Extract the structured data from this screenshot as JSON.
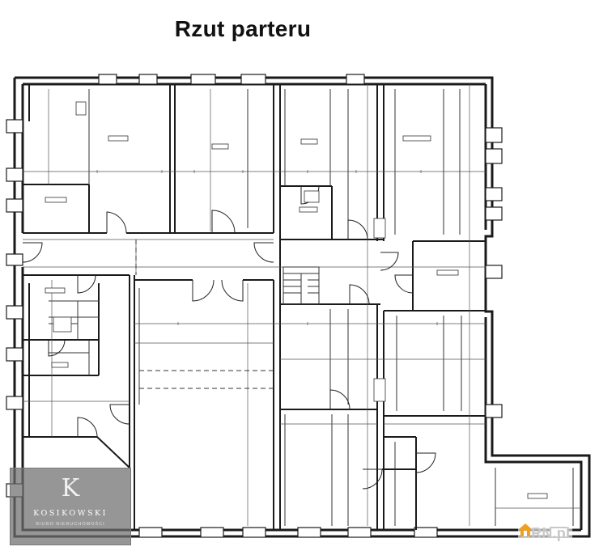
{
  "title": "Rzut parteru",
  "watermark": {
    "mark": "K",
    "name": "KOSIKOWSKI",
    "subtitle": "BIURO NIERUCHOMOŚCI"
  },
  "brand": {
    "text": "KRN.pl",
    "icon": "house-icon",
    "color": "#f0a020"
  },
  "colors": {
    "walls": "#1a1a1a",
    "background": "#ffffff"
  }
}
